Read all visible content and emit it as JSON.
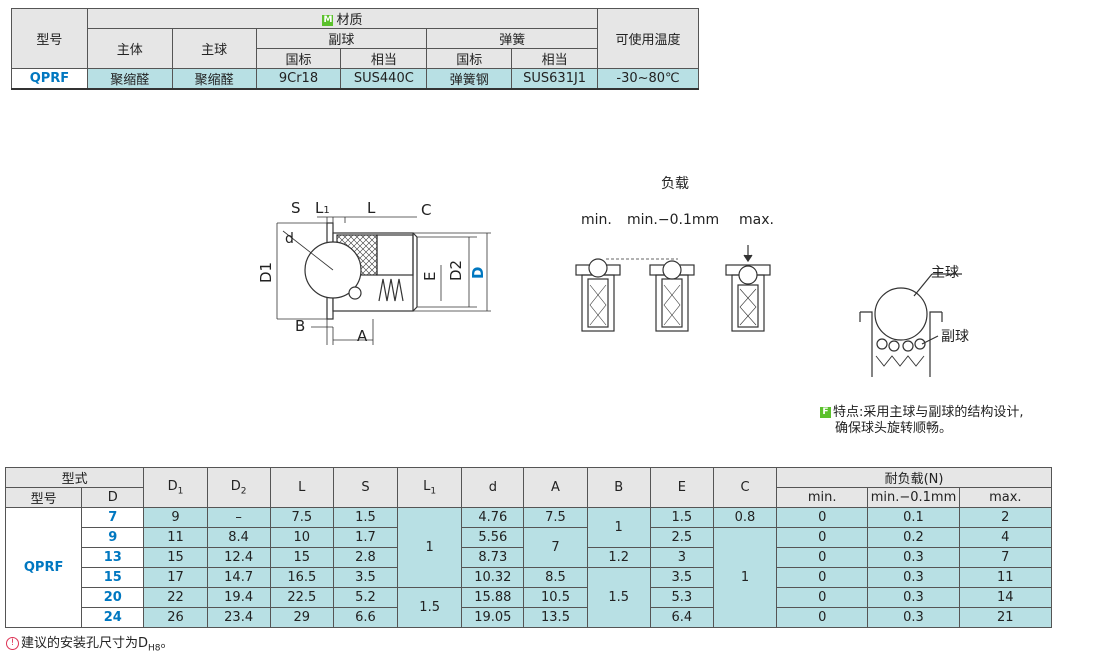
{
  "material_table": {
    "model_header": "型号",
    "material_header": "材质",
    "material_badge": "M",
    "main_body": "主体",
    "main_ball": "主球",
    "sub_ball": "副球",
    "spring": "弹簧",
    "temp_header": "可使用温度",
    "gb": "国标",
    "equiv": "相当",
    "row": {
      "model": "QPRF",
      "body": "聚缩醛",
      "ball": "聚缩醛",
      "sub_gb": "9Cr18",
      "sub_eq": "SUS440C",
      "spr_gb": "弹簧钢",
      "spr_eq": "SUS631J1",
      "temp": "-30~80℃"
    }
  },
  "diagram": {
    "labels": {
      "S": "S",
      "L1": "L",
      "L1_sub": "1",
      "L": "L",
      "C": "C",
      "d": "d",
      "D1": "D1",
      "E": "E",
      "D2": "D2",
      "D": "D",
      "B": "B",
      "A": "A"
    },
    "load_title": "负载",
    "load_min": "min.",
    "load_mid": "min.−0.1mm",
    "load_max": "max.",
    "main_ball": "主球",
    "sub_ball": "副球"
  },
  "feature": {
    "badge": "F",
    "line1": "特点:采用主球与副球的结构设计,",
    "line2": "确保球头旋转顺畅。"
  },
  "spec_table": {
    "type_header": "型式",
    "model_header": "型号",
    "d_header": "D",
    "cols": {
      "D1": "D",
      "D1_sub": "1",
      "D2": "D",
      "D2_sub": "2",
      "L": "L",
      "S": "S",
      "L1": "L",
      "L1_sub": "1",
      "d": "d",
      "A": "A",
      "B": "B",
      "E": "E",
      "C": "C"
    },
    "load_header": "耐负载(N)",
    "load_min": "min.",
    "load_mid": "min.−0.1mm",
    "load_max": "max.",
    "model": "QPRF",
    "rows": [
      {
        "D": "7",
        "D1": "9",
        "D2": "–",
        "L": "7.5",
        "S": "1.5",
        "d": "4.76",
        "A": "7.5",
        "E": "1.5",
        "C": "0.8",
        "min": "0",
        "mid": "0.1",
        "max": "2"
      },
      {
        "D": "9",
        "D1": "11",
        "D2": "8.4",
        "L": "10",
        "S": "1.7",
        "d": "5.56",
        "E": "2.5",
        "min": "0",
        "mid": "0.2",
        "max": "4"
      },
      {
        "D": "13",
        "D1": "15",
        "D2": "12.4",
        "L": "15",
        "S": "2.8",
        "d": "8.73",
        "B": "1.2",
        "E": "3",
        "min": "0",
        "mid": "0.3",
        "max": "7"
      },
      {
        "D": "15",
        "D1": "17",
        "D2": "14.7",
        "L": "16.5",
        "S": "3.5",
        "d": "10.32",
        "A": "8.5",
        "E": "3.5",
        "min": "0",
        "mid": "0.3",
        "max": "11"
      },
      {
        "D": "20",
        "D1": "22",
        "D2": "19.4",
        "L": "22.5",
        "S": "5.2",
        "d": "15.88",
        "A": "10.5",
        "E": "5.3",
        "min": "0",
        "mid": "0.3",
        "max": "14"
      },
      {
        "D": "24",
        "D1": "26",
        "D2": "23.4",
        "L": "29",
        "S": "6.6",
        "d": "19.05",
        "A": "13.5",
        "E": "6.4",
        "min": "0",
        "mid": "0.3",
        "max": "21"
      }
    ],
    "merged": {
      "L1_a": "1",
      "L1_b": "1.5",
      "A_79": "7",
      "B_a": "1",
      "B_b": "1.5",
      "C_rest": "1"
    }
  },
  "footnote": {
    "icon": "!",
    "text": "建议的安装孔尺寸为D",
    "sub": "H8",
    "end": "。"
  }
}
